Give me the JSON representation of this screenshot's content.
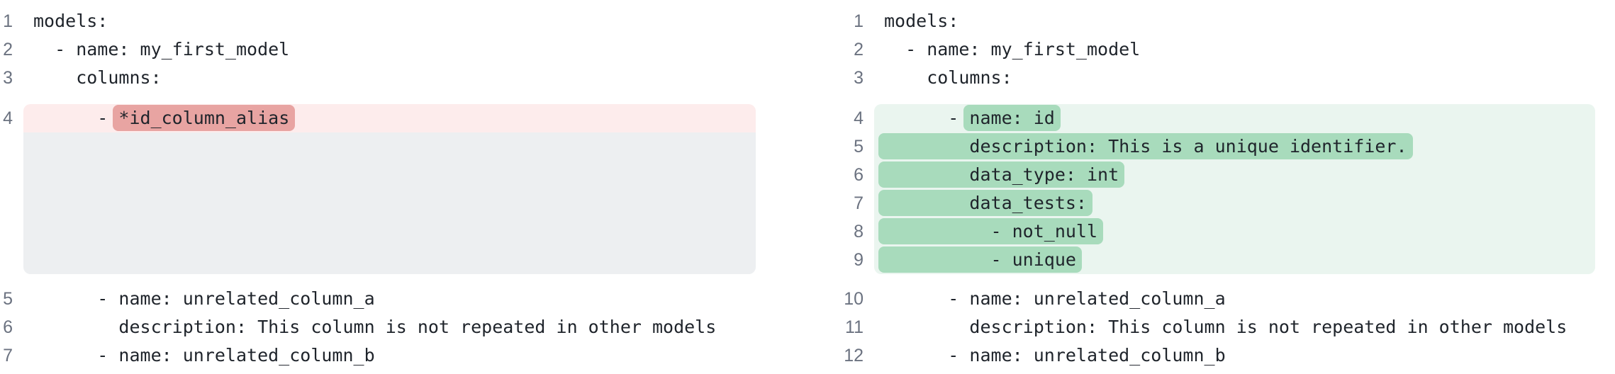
{
  "view": "side-by-side-diff",
  "language": "yaml",
  "colors": {
    "text": "#1f242b",
    "line_number": "#6b7280",
    "deleted_row_bg": "#fdecec",
    "deleted_token_bg": "#e8a4a2",
    "added_row_bg": "#eaf5ef",
    "added_token_bg": "#a8dbbc",
    "collapsed_filler_bg": "#edeff1",
    "page_bg": "#ffffff"
  },
  "left_panel": {
    "lines": [
      {
        "kind": "plain",
        "num": "1",
        "text": "models:"
      },
      {
        "kind": "plain",
        "num": "2",
        "text": "  - name: my_first_model"
      },
      {
        "kind": "plain",
        "num": "3",
        "text": "    columns:"
      },
      {
        "kind": "hunk",
        "variant": "del",
        "rows": [
          {
            "num": "4",
            "segments": [
              {
                "t": "      - "
              },
              {
                "t": "*id_column_alias",
                "hl": true
              }
            ]
          },
          {
            "filler": true
          }
        ]
      },
      {
        "kind": "plain",
        "num": "5",
        "text": "      - name: unrelated_column_a"
      },
      {
        "kind": "plain",
        "num": "6",
        "text": "        description: This column is not repeated in other models"
      },
      {
        "kind": "plain",
        "num": "7",
        "text": "      - name: unrelated_column_b"
      }
    ]
  },
  "right_panel": {
    "lines": [
      {
        "kind": "plain",
        "num": "1",
        "text": "models:"
      },
      {
        "kind": "plain",
        "num": "2",
        "text": "  - name: my_first_model"
      },
      {
        "kind": "plain",
        "num": "3",
        "text": "    columns:"
      },
      {
        "kind": "hunk",
        "variant": "add",
        "rows": [
          {
            "num": "4",
            "segments": [
              {
                "t": "      - "
              },
              {
                "t": "name: id",
                "hl": true
              }
            ]
          },
          {
            "num": "5",
            "segments": [
              {
                "t": "        description: This is a unique identifier.",
                "hl": true
              }
            ]
          },
          {
            "num": "6",
            "segments": [
              {
                "t": "        data_type: int",
                "hl": true
              }
            ]
          },
          {
            "num": "7",
            "segments": [
              {
                "t": "        data_tests:",
                "hl": true
              }
            ]
          },
          {
            "num": "8",
            "segments": [
              {
                "t": "          - not_null",
                "hl": true
              }
            ]
          },
          {
            "num": "9",
            "segments": [
              {
                "t": "          - unique",
                "hl": true
              }
            ]
          }
        ]
      },
      {
        "kind": "plain",
        "num": "10",
        "text": "      - name: unrelated_column_a"
      },
      {
        "kind": "plain",
        "num": "11",
        "text": "        description: This column is not repeated in other models"
      },
      {
        "kind": "plain",
        "num": "12",
        "text": "      - name: unrelated_column_b"
      }
    ]
  }
}
